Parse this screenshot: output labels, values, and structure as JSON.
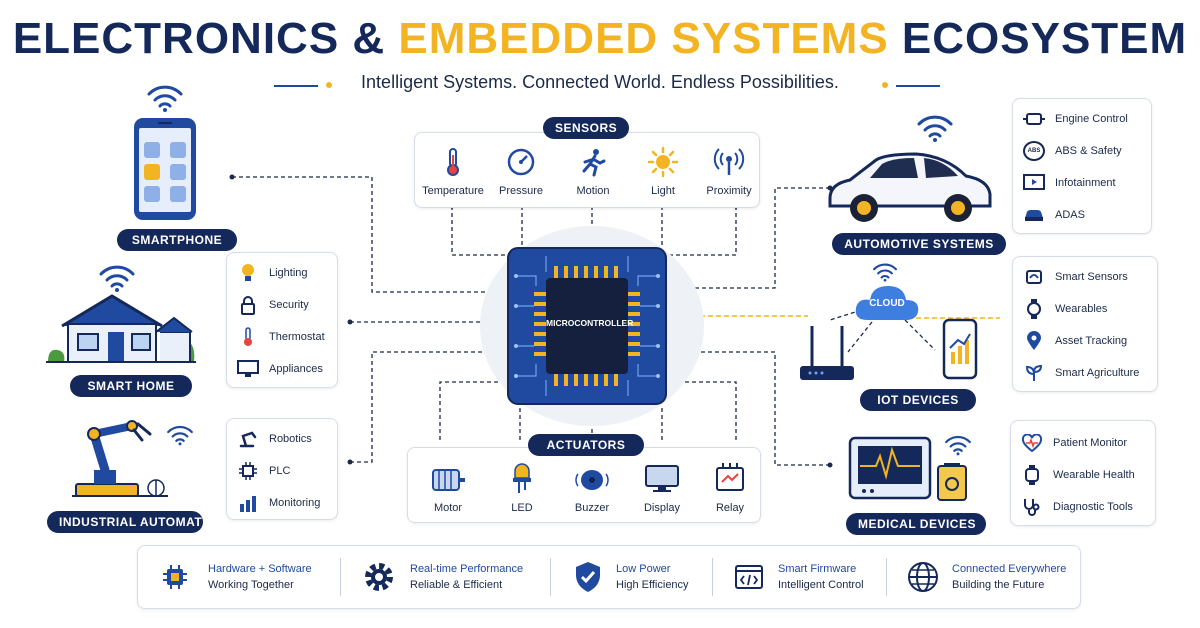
{
  "title": {
    "part1": "ELECTRONICS & ",
    "part2": "EMBEDDED SYSTEMS",
    "part3": " ECOSYSTEM"
  },
  "tagline": "Intelligent Systems. Connected World. Endless Possibilities.",
  "center": {
    "label": "MICROCONTROLLER"
  },
  "sensors": {
    "label": "SENSORS",
    "items": [
      "Temperature",
      "Pressure",
      "Motion",
      "Light",
      "Proximity"
    ]
  },
  "actuators": {
    "label": "ACTUATORS",
    "items": [
      "Motor",
      "LED",
      "Buzzer",
      "Display",
      "Relay"
    ]
  },
  "left": {
    "smartphone": {
      "label": "SMARTPHONE"
    },
    "smart_home": {
      "label": "SMART HOME",
      "items": [
        "Lighting",
        "Security",
        "Thermostat",
        "Appliances"
      ]
    },
    "industrial": {
      "label": "INDUSTRIAL AUTOMATION",
      "items": [
        "Robotics",
        "PLC",
        "Monitoring"
      ]
    }
  },
  "right": {
    "automotive": {
      "label": "AUTOMOTIVE SYSTEMS",
      "items": [
        "Engine Control",
        "ABS & Safety",
        "Infotainment",
        "ADAS"
      ],
      "abs_badge": "ABS"
    },
    "iot": {
      "label": "IOT DEVICES",
      "cloud": "CLOUD",
      "items": [
        "Smart Sensors",
        "Wearables",
        "Asset Tracking",
        "Smart Agriculture"
      ]
    },
    "medical": {
      "label": "MEDICAL DEVICES",
      "items": [
        "Patient Monitor",
        "Wearable Health",
        "Diagnostic Tools"
      ]
    }
  },
  "features": [
    {
      "line1": "Hardware + Software",
      "line2": "Working Together"
    },
    {
      "line1": "Real-time Performance",
      "line2": "Reliable & Efficient"
    },
    {
      "line1": "Low Power",
      "line2": "High Efficiency"
    },
    {
      "line1": "Smart Firmware",
      "line2": "Intelligent Control"
    },
    {
      "line1": "Connected Everywhere",
      "line2": "Building the Future"
    }
  ],
  "colors": {
    "navy": "#14285a",
    "blue": "#1f4aa0",
    "accent": "#f2b423"
  }
}
